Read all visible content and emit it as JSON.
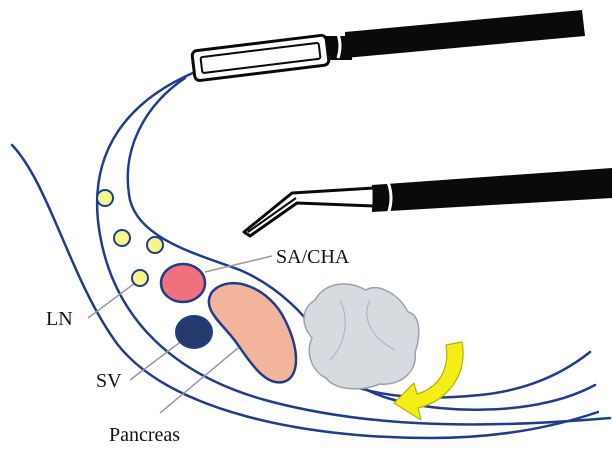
{
  "labels": {
    "sa_cha": "SA/CHA",
    "ln": "LN",
    "sv": "SV",
    "pancreas": "Pancreas"
  },
  "colors": {
    "outline": "#1f3c8f",
    "instrument": "#0a0a0a",
    "lymph_node": "#f5f58a",
    "artery": "#f0707c",
    "vein": "#243a6a",
    "pancreas": "#f2b49a",
    "gauze": "#d7dbe0",
    "arrow": "#f5ee16",
    "leader": "#9a9a9a"
  },
  "icons": {
    "grasper": "grasper-instrument",
    "dissector": "dissector-instrument",
    "arrow": "curved-arrow-icon"
  }
}
